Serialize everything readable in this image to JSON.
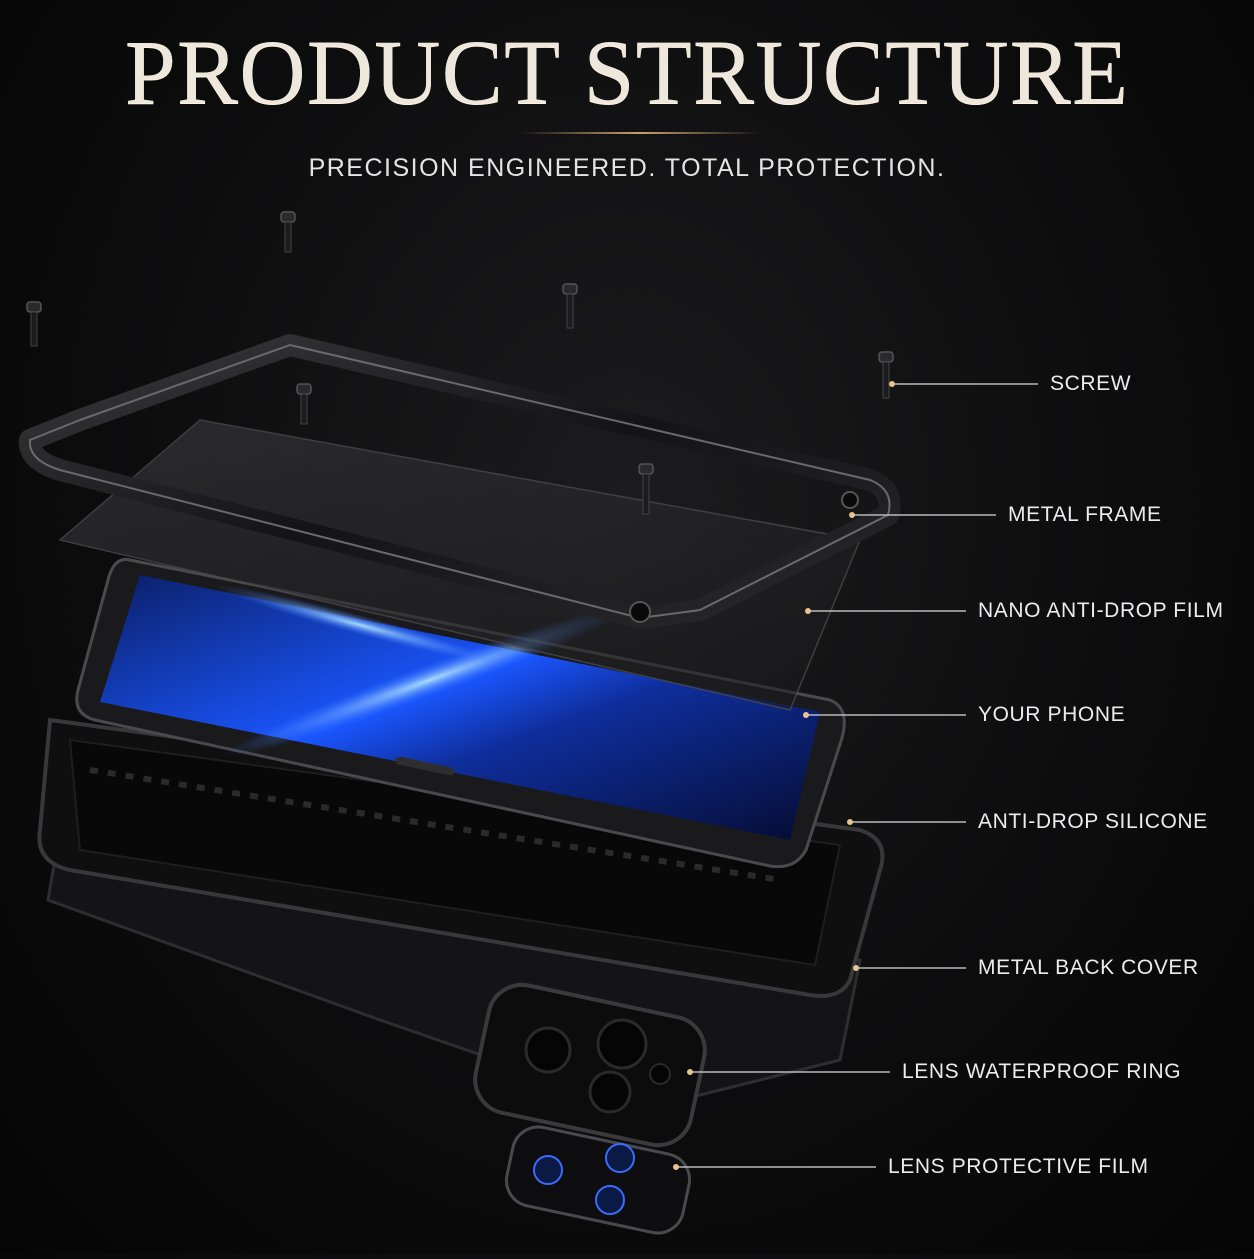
{
  "header": {
    "title": "PRODUCT STRUCTURE",
    "subtitle": "PRECISION ENGINEERED. TOTAL PROTECTION."
  },
  "callouts": [
    {
      "label": "SCREW"
    },
    {
      "label": "METAL FRAME"
    },
    {
      "label": "NANO ANTI-DROP FILM"
    },
    {
      "label": "YOUR PHONE"
    },
    {
      "label": "ANTI-DROP SILICONE"
    },
    {
      "label": "METAL BACK COVER"
    },
    {
      "label": "LENS WATERPROOF RING"
    },
    {
      "label": "LENS PROTECTIVE FILM"
    }
  ],
  "colors": {
    "background": "#0a0a0b",
    "accent_gold": "#c7a46e",
    "screen_blue": "#1d5bff",
    "text": "#ececec"
  }
}
